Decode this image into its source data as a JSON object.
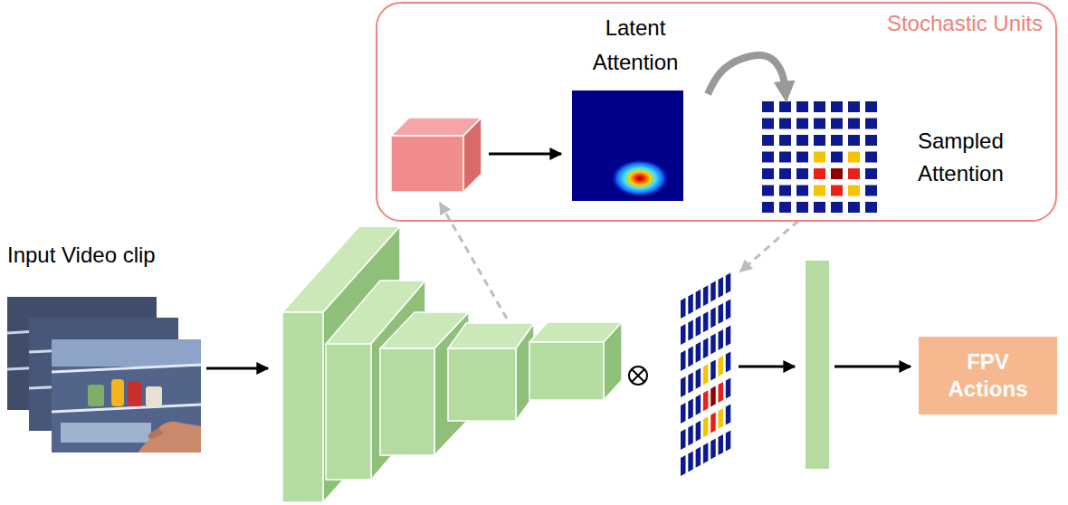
{
  "diagram": {
    "nodes": [
      {
        "text": [
          "Stochastic Units"
        ]
      },
      {
        "text": [
          "Latent Attention"
        ],
        "in": 0
      },
      {
        "text": [
          "Sampled Attention"
        ],
        "in": 0
      },
      {
        "text": [
          "FPV Actions"
        ]
      }
    ],
    "edges": [
      {
        "from": 1,
        "to": 2,
        "arrow": "to"
      }
    ],
    "labels": [
      "Input Video clip"
    ]
  }
}
